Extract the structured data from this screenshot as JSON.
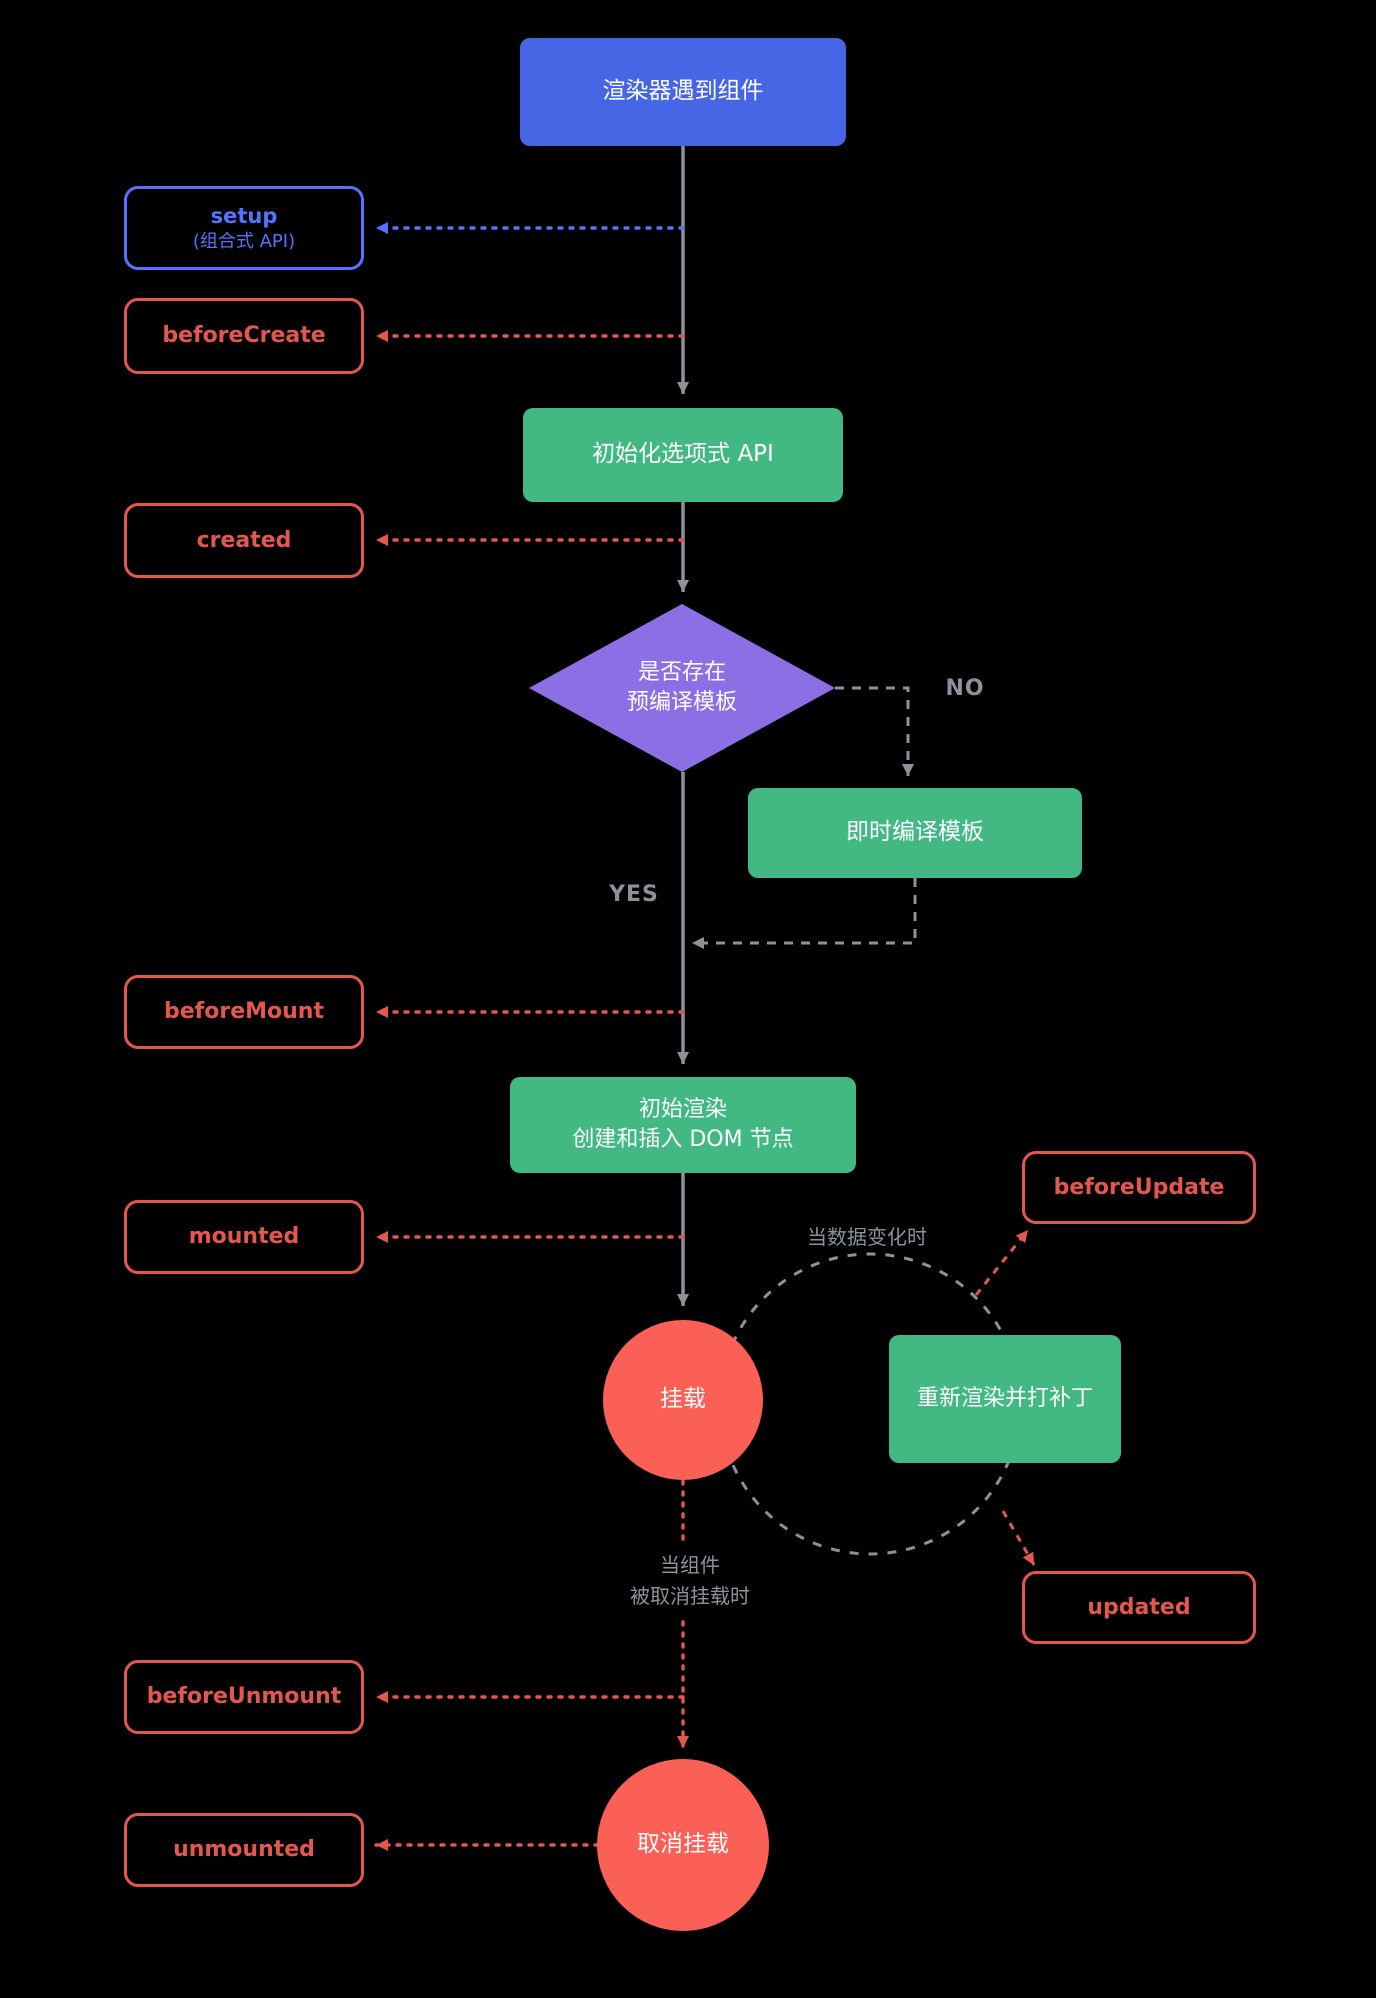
{
  "nodes": {
    "renderer": "渲染器遇到组件",
    "setup_line1": "setup",
    "setup_line2": "(组合式 API)",
    "init_options_api": "初始化选项式 API",
    "diamond_line1": "是否存在",
    "diamond_line2": "预编译模板",
    "compile_template": "即时编译模板",
    "initial_render_line1": "初始渲染",
    "initial_render_line2": "创建和插入 DOM 节点",
    "mount_circle": "挂载",
    "rerender_patch": "重新渲染并打补丁",
    "unmount_circle": "取消挂载"
  },
  "hooks": {
    "setup": "setup",
    "before_create": "beforeCreate",
    "created": "created",
    "before_mount": "beforeMount",
    "mounted": "mounted",
    "before_update": "beforeUpdate",
    "updated": "updated",
    "before_unmount": "beforeUnmount",
    "unmounted": "unmounted"
  },
  "edge_labels": {
    "no": "NO",
    "yes": "YES",
    "when_data_changes": "当数据变化时",
    "when_unmounted_line1": "当组件",
    "when_unmounted_line2": "被取消挂载时"
  },
  "colors": {
    "background": "#000000",
    "blue_solid": "#4766e6",
    "blue_outline": "#5673ff",
    "green": "#42b883",
    "purple": "#8c6fe4",
    "red_solid": "#fb6056",
    "red_outline": "#e4574e",
    "gray_line": "#8b929a"
  }
}
